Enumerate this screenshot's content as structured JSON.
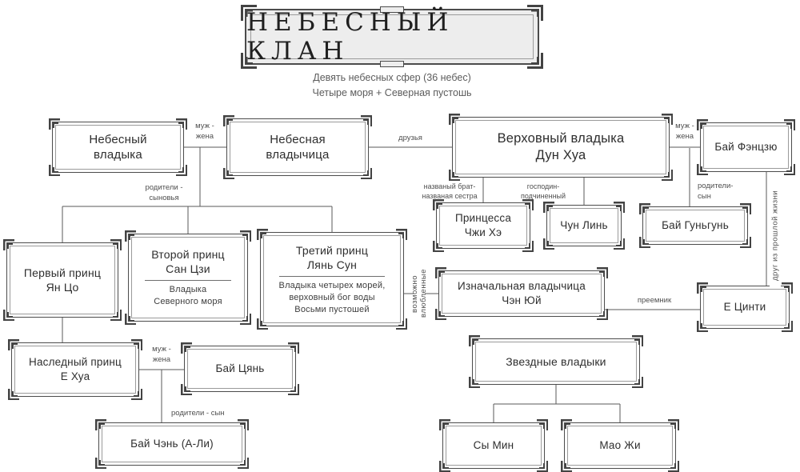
{
  "title": "НЕБЕСНЫЙ КЛАН",
  "subtitle": {
    "line1": "Девять небесных сфер (36 небес)",
    "line2": "Четыре моря + Северная пустошь"
  },
  "nodes": {
    "heavenly_lord": {
      "line1": "Небесный",
      "line2": "владыка"
    },
    "heavenly_empress": {
      "line1": "Небесная",
      "line2": "владычица"
    },
    "donghua": {
      "line1": "Верховный владыка",
      "line2": "Дун Хуа"
    },
    "bai_fengjiu": {
      "line1": "Бай Фэнцзю"
    },
    "zhihe": {
      "line1": "Принцесса",
      "line2": "Чжи Хэ"
    },
    "chonglin": {
      "line1": "Чун Линь"
    },
    "bai_gungun": {
      "line1": "Бай Гуньгунь"
    },
    "first_prince": {
      "line1": "Первый принц",
      "line2": "Ян Цо"
    },
    "second_prince": {
      "line1": "Второй принц",
      "line2": "Сан Цзи",
      "sub1": "Владыка",
      "sub2": "Северного моря"
    },
    "third_prince": {
      "line1": "Третий принц",
      "line2": "Лянь Сун",
      "sub1": "Владыка четырех морей,",
      "sub2": "верховный бог воды",
      "sub3": "Восьми пустошей"
    },
    "chengyu": {
      "line1": "Изначальная владычица",
      "line2": "Чэн Юй"
    },
    "ye_qingti": {
      "line1": "Е Цинти"
    },
    "crown_prince": {
      "line1": "Наследный принц",
      "line2": "Е Хуа"
    },
    "bai_qian": {
      "line1": "Бай Цянь"
    },
    "bai_chen": {
      "line1": "Бай Чэнь (А-Ли)"
    },
    "star_lords": {
      "line1": "Звездные владыки"
    },
    "si_ming": {
      "line1": "Сы Мин"
    },
    "mao_ri": {
      "line1": "Мао Жи"
    }
  },
  "edges": {
    "husband_wife": {
      "line1": "муж -",
      "line2": "жена"
    },
    "friends": "друзья",
    "parents_sons": {
      "line1": "родители -",
      "line2": "сыновья"
    },
    "sworn_siblings": {
      "line1": "названый брат-",
      "line2": "названая сестра"
    },
    "master_subordinate": {
      "line1": "господин-",
      "line2": "подчиненный"
    },
    "parents_son_short": {
      "line1": "родители-",
      "line2": "сын"
    },
    "past_life_friend": "друг из прошлой жизни",
    "maybe_lovers": "возможно влюбленные",
    "successor": "преемник",
    "parents_son": "родители - сын"
  },
  "colors": {
    "background": "#ffffff",
    "box_border": "#4c4c4c",
    "inner_border": "#9b9b9b",
    "connector_line": "#5a5a5a",
    "title_fill": "#ededed",
    "text": "#2e2e2e"
  }
}
